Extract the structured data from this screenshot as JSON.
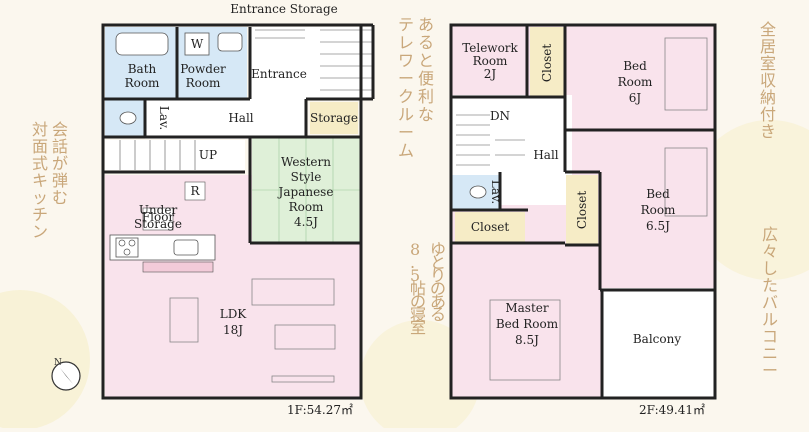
{
  "floor1": {
    "rooms": {
      "entrance_storage": "Entrance Storage",
      "bath": [
        "Bath",
        "Room"
      ],
      "powder": [
        "Powder",
        "Room"
      ],
      "entrance": "Entrance",
      "w_mark": "W",
      "hall": "Hall",
      "lav": "Lav.",
      "storage": "Storage",
      "up": "UP",
      "western": [
        "Western",
        "Style",
        "Japanese",
        "Room",
        "4.5J"
      ],
      "r_mark": "R",
      "under_floor": [
        "Under",
        "Floor",
        "Storage"
      ],
      "ldk": [
        "LDK",
        "18J"
      ]
    },
    "area": "1F:54.27㎡"
  },
  "floor2": {
    "rooms": {
      "telework": [
        "Telework",
        "Room",
        "2J"
      ],
      "closet_top": "Closet",
      "bed_top": [
        "Bed",
        "Room",
        "6J"
      ],
      "dn": "DN",
      "hall": "Hall",
      "lav": "Lav.",
      "closet_mid": "Closet",
      "closet_left": "Closet",
      "bed_mid": [
        "Bed",
        "Room",
        "6.5J"
      ],
      "master": [
        "Master",
        "Bed Room",
        "8.5J"
      ],
      "balcony": "Balcony"
    },
    "area": "2F:49.41㎡"
  },
  "annotations": {
    "kaiwa": [
      "会",
      "話",
      "が",
      "弾",
      "む",
      "対",
      "面",
      "式",
      "キ",
      "ッ",
      "チ",
      "ン"
    ],
    "telework": [
      "あ",
      "る",
      "と",
      "便",
      "利",
      "な",
      "テ",
      "レ",
      "ワ",
      "ー",
      "ク",
      "ル",
      "ー",
      "ム"
    ],
    "yutori": [
      "ゆ",
      "と",
      "り",
      "の",
      "あ",
      "る",
      "8",
      ".",
      "5",
      "帖",
      "の",
      "寝",
      "室"
    ],
    "zenkyo": [
      "全",
      "居",
      "室",
      "収",
      "納",
      "付",
      "き"
    ],
    "hirobiro": [
      "広",
      "々",
      "し",
      "た",
      "バ",
      "ル",
      "コ",
      "ニ",
      "ー"
    ]
  },
  "colors": {
    "wall": "#222222",
    "pink": "#f9e3ec",
    "blue": "#d6e8f6",
    "green": "#dff0d8",
    "hall": "#ffffff",
    "closet": "#f6ecc6",
    "annotation": "#c9a77a"
  }
}
